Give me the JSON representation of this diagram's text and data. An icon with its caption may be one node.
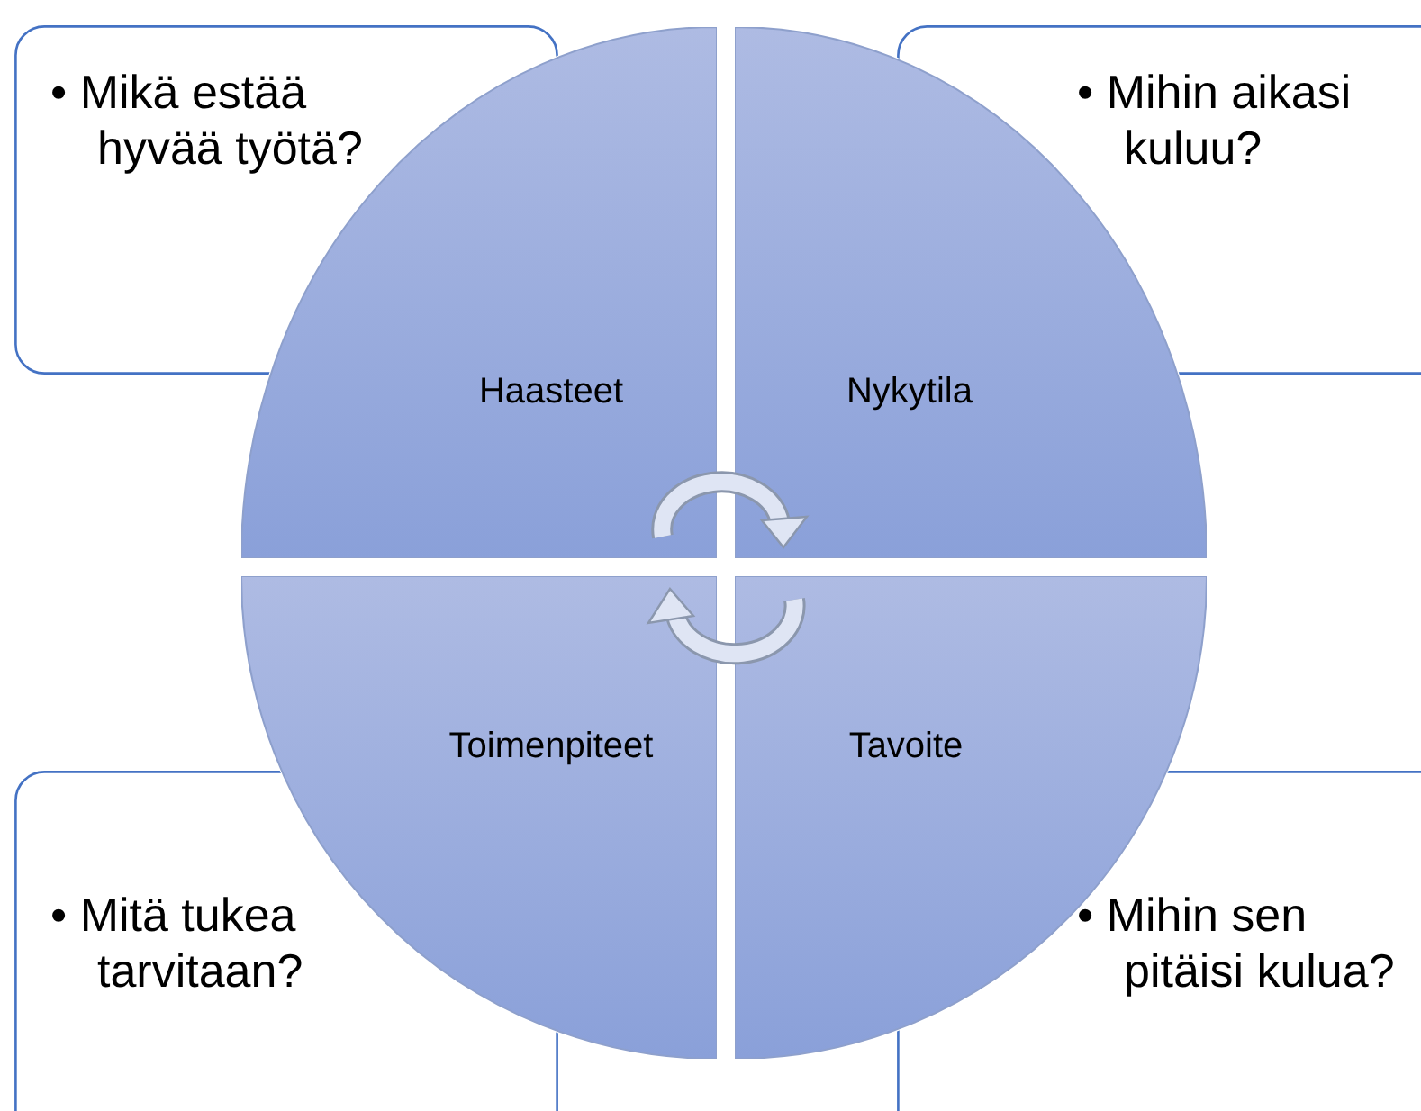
{
  "diagram": {
    "nodes": [
      {
        "text": [
          "• Mikä estää hyvää työtä?"
        ]
      },
      {
        "text": [
          "• Mihin aikasi kuluu?"
        ]
      },
      {
        "text": [
          "Haasteet"
        ]
      },
      {
        "text": [
          "Nykytila"
        ]
      },
      {
        "text": [
          "Toimenpiteet"
        ]
      },
      {
        "text": [
          "Tavoite"
        ]
      },
      {
        "text": [
          "• Mitä tukea tarvitaan?"
        ]
      },
      {
        "text": [
          "• Mihin sen pitäisi kulua?"
        ]
      }
    ]
  }
}
